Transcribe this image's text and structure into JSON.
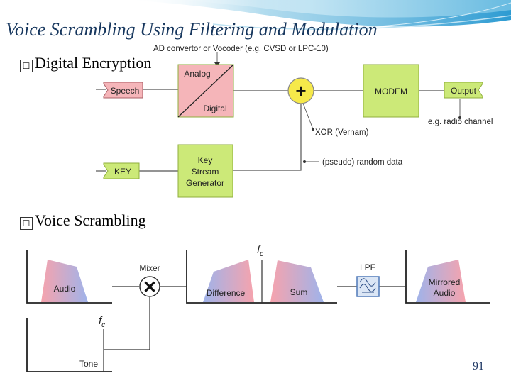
{
  "slide": {
    "title": "Voice Scrambling Using Filtering and Modulation",
    "bullet1": "Digital Encryption",
    "bullet2": "Voice Scrambling",
    "page_number": "91",
    "bullet_glyph": "☐"
  },
  "digital_diagram": {
    "speech": "Speech",
    "key": "KEY",
    "adc_top": "Analog",
    "adc_bottom": "Digital",
    "adc_caption": "AD convertor or Vocoder (e.g. CVSD or LPC-10)",
    "keystream_line1": "Key",
    "keystream_line2": "Stream",
    "keystream_line3": "Generator",
    "xor_symbol": "+",
    "xor_caption": "XOR (Vernam)",
    "modem": "MODEM",
    "output": "Output",
    "radio_caption": "e.g. radio channel",
    "random_caption": "(pseudo) random data"
  },
  "scrambling_diagram": {
    "audio": "Audio",
    "mixer": "Mixer",
    "mixer_symbol": "✕",
    "tone": "Tone",
    "fc_tone": "f",
    "fc_tone_sub": "c",
    "fc_top": "f",
    "fc_top_sub": "c",
    "difference": "Difference",
    "sum": "Sum",
    "lpf": "LPF",
    "mirrored_line1": "Mirrored",
    "mirrored_line2": "Audio"
  },
  "colors": {
    "title": "#17375e",
    "green_box": "#cce978",
    "box_border": "#8fae3c",
    "adc_pink": "#f5b5b9",
    "xor_yellow": "#f6e94a",
    "shape_pink": "#f6a3ad",
    "shape_blue": "#9fb3ea",
    "line": "#555555"
  }
}
